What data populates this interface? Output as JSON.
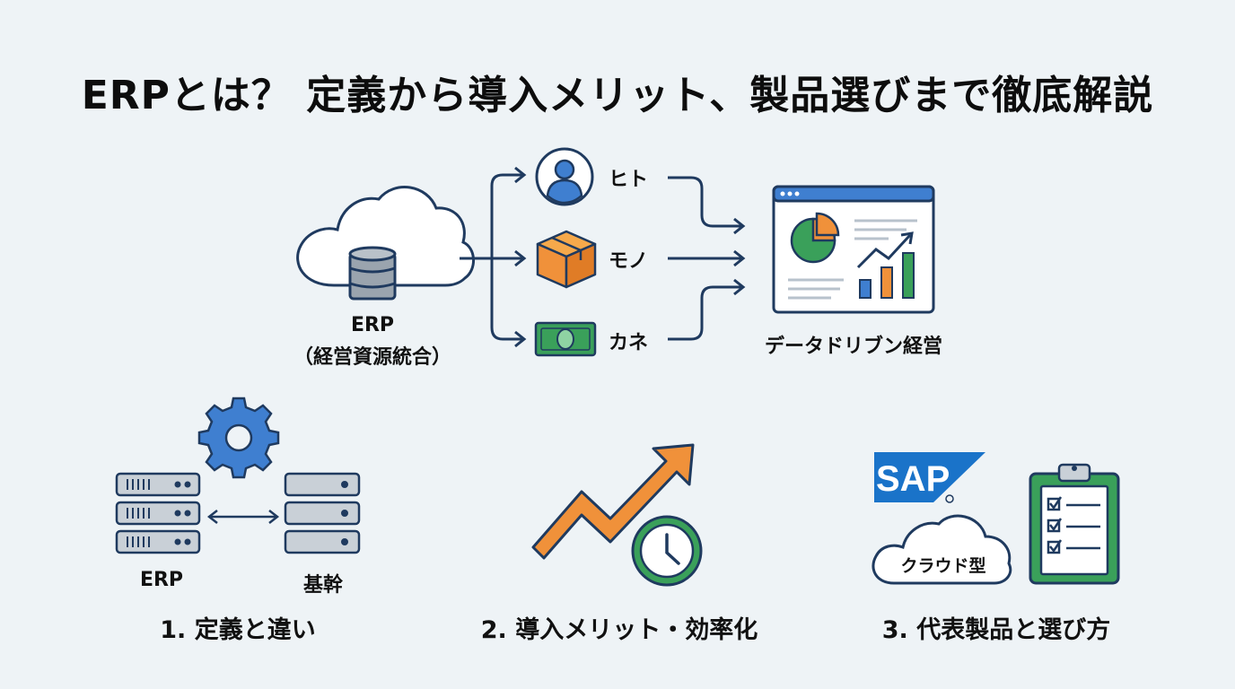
{
  "title": "ERPとは？ 定義から導入メリット、製品選びまで徹底解説",
  "overview": {
    "erp_label": "ERP",
    "erp_sub": "（経営資源統合）",
    "resources": [
      {
        "label": "ヒト",
        "icon": "person-icon"
      },
      {
        "label": "モノ",
        "icon": "box-icon"
      },
      {
        "label": "カネ",
        "icon": "money-icon"
      }
    ],
    "result_label": "データドリブン経営"
  },
  "sections": [
    {
      "title": "1. 定義と違い",
      "left_label": "ERP",
      "right_label": "基幹"
    },
    {
      "title": "2. 導入メリット・効率化"
    },
    {
      "title": "3. 代表製品と選び方",
      "logo_text": "SAP",
      "cloud_label": "クラウド型"
    }
  ],
  "colors": {
    "navy": "#1f3a5f",
    "blue": "#3f7fd0",
    "orange": "#f0913a",
    "green": "#3aa05a",
    "cloud_fill": "#ffffff",
    "background": "#eef3f6"
  }
}
